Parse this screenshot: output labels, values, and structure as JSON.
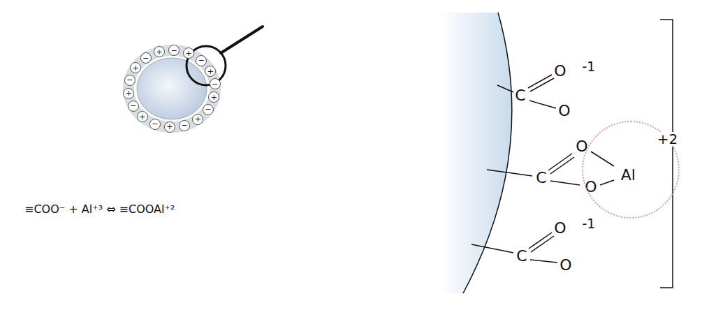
{
  "diagram": {
    "nodes": [
      {
        "text": [
          "+"
        ]
      },
      {
        "text": [
          "−"
        ]
      },
      {
        "text": [
          "+"
        ]
      },
      {
        "text": [
          "−"
        ]
      },
      {
        "text": [
          "+"
        ]
      },
      {
        "text": [
          "−"
        ]
      },
      {
        "text": [
          "+"
        ]
      },
      {
        "text": [
          "−"
        ]
      },
      {
        "text": [
          "+"
        ]
      },
      {
        "text": [
          "−"
        ]
      },
      {
        "text": [
          "+"
        ]
      },
      {
        "text": [
          "−"
        ]
      },
      {
        "text": [
          "+"
        ]
      },
      {
        "text": [
          "−"
        ]
      },
      {
        "text": [
          "+"
        ]
      },
      {
        "text": [
          "−"
        ]
      },
      {
        "text": [
          "+"
        ]
      },
      {
        "text": [
          "−"
        ]
      },
      {
        "text": [
          "Al",
          "+2"
        ]
      }
    ],
    "labels": [
      "≡COO⁻ + Al⁺³ ⇔ ≡COOAl⁺²",
      "C",
      "O",
      "-1",
      "O",
      "C",
      "O",
      "O",
      "C",
      "O",
      "-1",
      "O"
    ]
  }
}
